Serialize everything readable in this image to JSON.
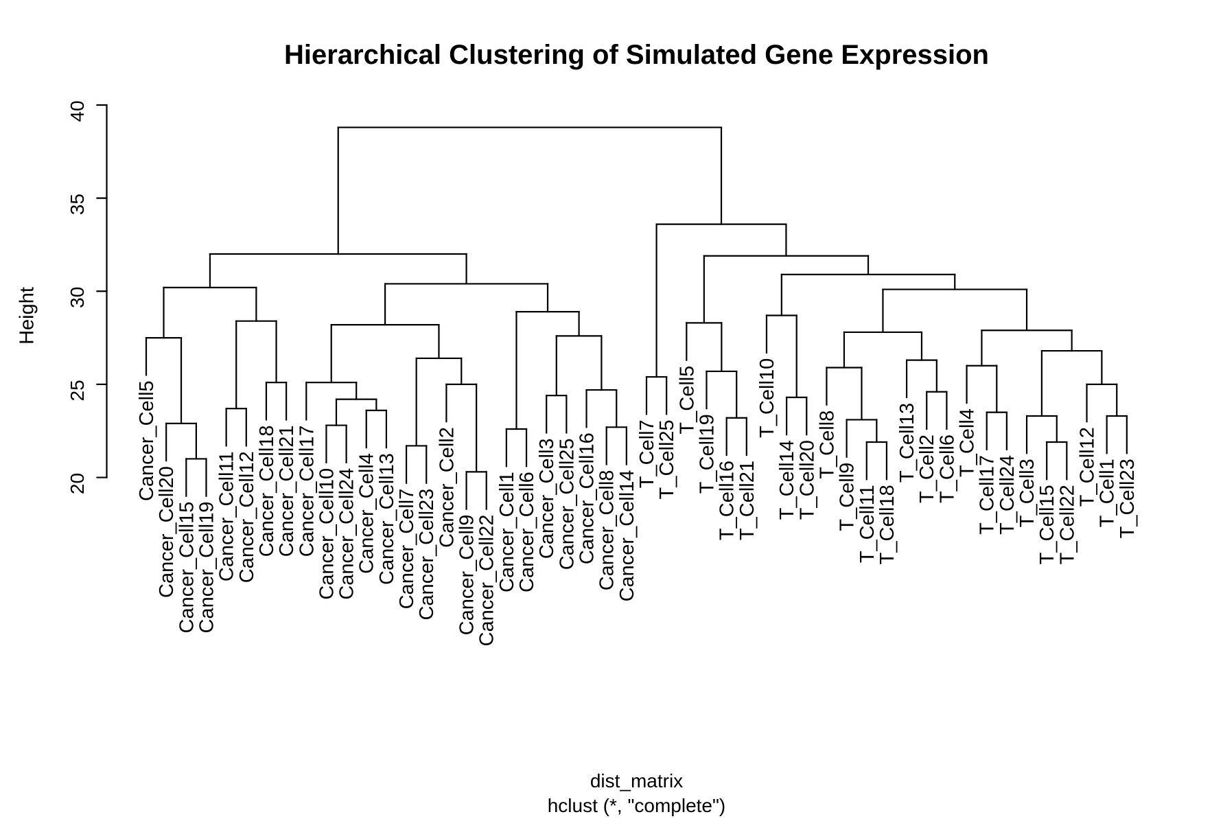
{
  "chart_data": {
    "type": "dendrogram",
    "title": "Hierarchical Clustering of Simulated Gene Expression",
    "ylabel": "Height",
    "xlabel": "dist_matrix",
    "sub_caption": "hclust (*, \"complete\")",
    "y_axis": {
      "min": 20,
      "max": 40,
      "ticks": [
        20,
        25,
        30,
        35,
        40
      ]
    },
    "hang": 2,
    "line_color": "#000000",
    "text_color": "#000000",
    "background": "#ffffff",
    "leaves": [
      "Cancer_Cell5",
      "Cancer_Cell20",
      "Cancer_Cell15",
      "Cancer_Cell19",
      "Cancer_Cell11",
      "Cancer_Cell12",
      "Cancer_Cell18",
      "Cancer_Cell21",
      "Cancer_Cell17",
      "Cancer_Cell10",
      "Cancer_Cell24",
      "Cancer_Cell4",
      "Cancer_Cell13",
      "Cancer_Cell7",
      "Cancer_Cell23",
      "Cancer_Cell2",
      "Cancer_Cell9",
      "Cancer_Cell22",
      "Cancer_Cell1",
      "Cancer_Cell6",
      "Cancer_Cell3",
      "Cancer_Cell25",
      "Cancer_Cell16",
      "Cancer_Cell8",
      "Cancer_Cell14",
      "T_Cell7",
      "T_Cell25",
      "T_Cell5",
      "T_Cell19",
      "T_Cell16",
      "T_Cell21",
      "T_Cell10",
      "T_Cell14",
      "T_Cell20",
      "T_Cell8",
      "T_Cell9",
      "T_Cell11",
      "T_Cell18",
      "T_Cell13",
      "T_Cell2",
      "T_Cell6",
      "T_Cell4",
      "T_Cell17",
      "T_Cell24",
      "T_Cell3",
      "T_Cell15",
      "T_Cell22",
      "T_Cell12",
      "T_Cell1",
      "T_Cell23"
    ],
    "merges": [
      {
        "id": "m1",
        "children": [
          "Cancer_Cell15",
          "Cancer_Cell19"
        ],
        "height": 21.0
      },
      {
        "id": "m2",
        "children": [
          "Cancer_Cell20",
          "#m1"
        ],
        "height": 22.9
      },
      {
        "id": "m3",
        "children": [
          "Cancer_Cell5",
          "#m2"
        ],
        "height": 27.5
      },
      {
        "id": "m4",
        "children": [
          "Cancer_Cell11",
          "Cancer_Cell12"
        ],
        "height": 23.7
      },
      {
        "id": "m5",
        "children": [
          "Cancer_Cell18",
          "Cancer_Cell21"
        ],
        "height": 25.1
      },
      {
        "id": "m6",
        "children": [
          "#m4",
          "#m5"
        ],
        "height": 28.4
      },
      {
        "id": "m7",
        "children": [
          "#m3",
          "#m6"
        ],
        "height": 30.2
      },
      {
        "id": "m8",
        "children": [
          "Cancer_Cell10",
          "Cancer_Cell24"
        ],
        "height": 22.8
      },
      {
        "id": "m9",
        "children": [
          "Cancer_Cell4",
          "Cancer_Cell13"
        ],
        "height": 23.6
      },
      {
        "id": "m10",
        "children": [
          "#m8",
          "#m9"
        ],
        "height": 24.2
      },
      {
        "id": "m11",
        "children": [
          "Cancer_Cell17",
          "#m10"
        ],
        "height": 25.1
      },
      {
        "id": "m12",
        "children": [
          "Cancer_Cell7",
          "Cancer_Cell23"
        ],
        "height": 21.7
      },
      {
        "id": "m13",
        "children": [
          "Cancer_Cell9",
          "Cancer_Cell22"
        ],
        "height": 20.3
      },
      {
        "id": "m14",
        "children": [
          "Cancer_Cell2",
          "#m13"
        ],
        "height": 25.0
      },
      {
        "id": "m15",
        "children": [
          "#m12",
          "#m14"
        ],
        "height": 26.4
      },
      {
        "id": "m16",
        "children": [
          "#m11",
          "#m15"
        ],
        "height": 28.2
      },
      {
        "id": "m17",
        "children": [
          "Cancer_Cell3",
          "Cancer_Cell25"
        ],
        "height": 24.4
      },
      {
        "id": "m18",
        "children": [
          "Cancer_Cell8",
          "Cancer_Cell14"
        ],
        "height": 22.7
      },
      {
        "id": "m19",
        "children": [
          "Cancer_Cell16",
          "#m18"
        ],
        "height": 24.7
      },
      {
        "id": "m20",
        "children": [
          "#m17",
          "#m19"
        ],
        "height": 27.6
      },
      {
        "id": "m21",
        "children": [
          "Cancer_Cell1",
          "Cancer_Cell6"
        ],
        "height": 22.6
      },
      {
        "id": "m22",
        "children": [
          "#m21",
          "#m20"
        ],
        "height": 28.9
      },
      {
        "id": "m23",
        "children": [
          "#m16",
          "#m22"
        ],
        "height": 30.4
      },
      {
        "id": "m24",
        "children": [
          "#m7",
          "#m23"
        ],
        "height": 32.0
      },
      {
        "id": "m25",
        "children": [
          "T_Cell7",
          "T_Cell25"
        ],
        "height": 25.4
      },
      {
        "id": "m26",
        "children": [
          "T_Cell16",
          "T_Cell21"
        ],
        "height": 23.2
      },
      {
        "id": "m27",
        "children": [
          "T_Cell19",
          "#m26"
        ],
        "height": 25.7
      },
      {
        "id": "m28",
        "children": [
          "T_Cell5",
          "#m27"
        ],
        "height": 28.3
      },
      {
        "id": "m29",
        "children": [
          "T_Cell14",
          "T_Cell20"
        ],
        "height": 24.3
      },
      {
        "id": "m30",
        "children": [
          "T_Cell10",
          "#m29"
        ],
        "height": 28.7
      },
      {
        "id": "m31",
        "children": [
          "T_Cell11",
          "T_Cell18"
        ],
        "height": 21.9
      },
      {
        "id": "m32",
        "children": [
          "T_Cell9",
          "#m31"
        ],
        "height": 23.1
      },
      {
        "id": "m33",
        "children": [
          "T_Cell8",
          "#m32"
        ],
        "height": 25.9
      },
      {
        "id": "m34",
        "children": [
          "T_Cell2",
          "T_Cell6"
        ],
        "height": 24.6
      },
      {
        "id": "m35",
        "children": [
          "T_Cell13",
          "#m34"
        ],
        "height": 26.3
      },
      {
        "id": "m36",
        "children": [
          "#m33",
          "#m35"
        ],
        "height": 27.8
      },
      {
        "id": "m37",
        "children": [
          "T_Cell17",
          "T_Cell24"
        ],
        "height": 23.5
      },
      {
        "id": "m38",
        "children": [
          "T_Cell4",
          "#m37"
        ],
        "height": 26.0
      },
      {
        "id": "m39",
        "children": [
          "T_Cell15",
          "T_Cell22"
        ],
        "height": 21.9
      },
      {
        "id": "m40",
        "children": [
          "T_Cell3",
          "#m39"
        ],
        "height": 23.3
      },
      {
        "id": "m41",
        "children": [
          "T_Cell1",
          "T_Cell23"
        ],
        "height": 23.3
      },
      {
        "id": "m42",
        "children": [
          "T_Cell12",
          "#m41"
        ],
        "height": 25.0
      },
      {
        "id": "m43",
        "children": [
          "#m40",
          "#m42"
        ],
        "height": 26.8
      },
      {
        "id": "m44",
        "children": [
          "#m38",
          "#m43"
        ],
        "height": 27.9
      },
      {
        "id": "m45",
        "children": [
          "#m36",
          "#m44"
        ],
        "height": 30.1
      },
      {
        "id": "m46",
        "children": [
          "#m30",
          "#m45"
        ],
        "height": 30.9
      },
      {
        "id": "m47",
        "children": [
          "#m28",
          "#m46"
        ],
        "height": 31.9
      },
      {
        "id": "m48",
        "children": [
          "#m25",
          "#m47"
        ],
        "height": 33.6
      },
      {
        "id": "m49",
        "children": [
          "#m24",
          "#m48"
        ],
        "height": 38.8
      }
    ]
  }
}
